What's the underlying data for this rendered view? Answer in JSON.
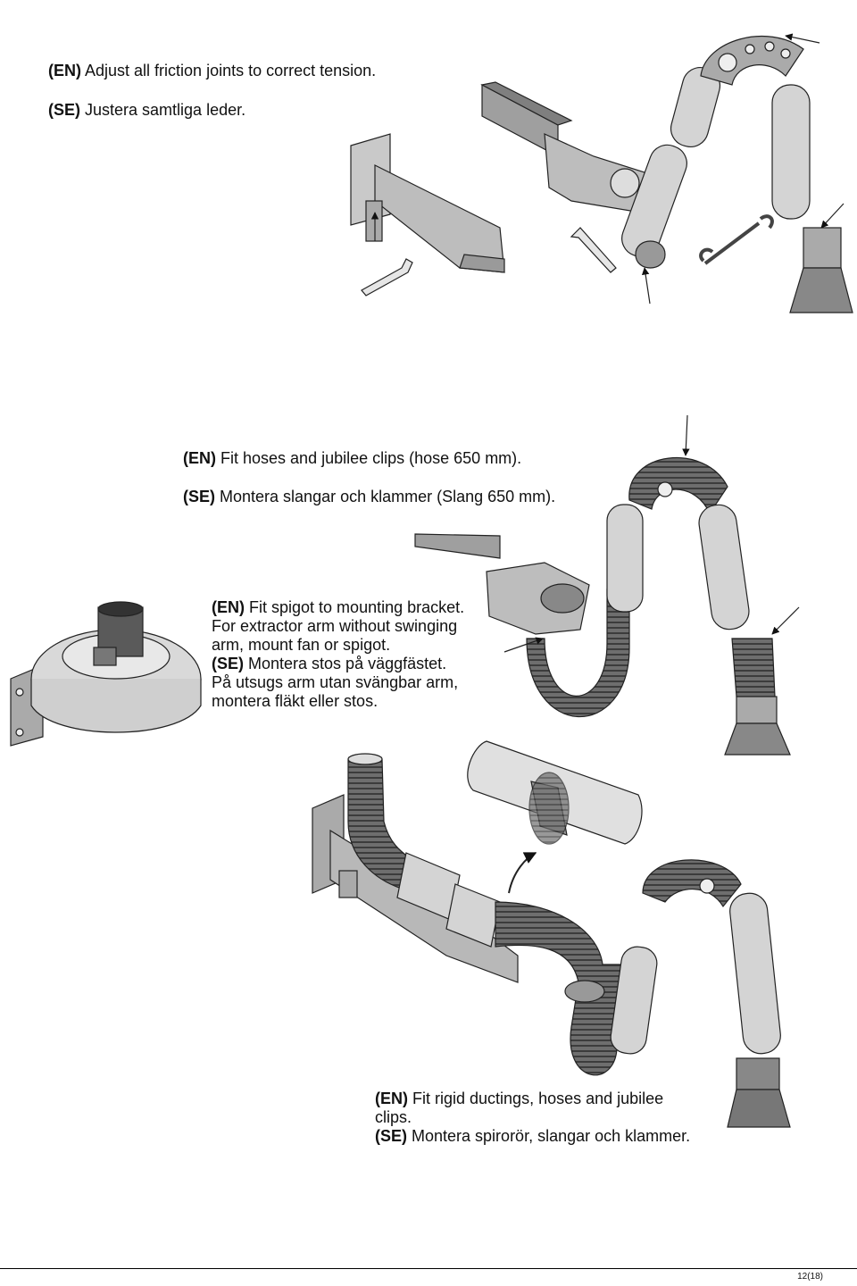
{
  "section1": {
    "en_tag": "(EN)",
    "en_text": "Adjust all friction joints to correct tension.",
    "se_tag": "(SE)",
    "se_text": "Justera samtliga leder."
  },
  "section2": {
    "en_tag": "(EN)",
    "en_text": "Fit hoses and jubilee clips (hose 650 mm).",
    "se_tag": "(SE)",
    "se_text": "Montera slangar och klammer (Slang 650 mm)."
  },
  "section3": {
    "en_tag": "(EN)",
    "en_line1": "Fit spigot to mounting bracket.",
    "en_line2": "For extractor arm without swinging",
    "en_line3": "arm, mount fan or spigot.",
    "se_tag": "(SE)",
    "se_line1": "Montera stos på väggfästet.",
    "se_line2": "På utsugs arm utan svängbar arm,",
    "se_line3": "montera fläkt eller stos."
  },
  "section4": {
    "en_tag": "(EN)",
    "en_line1": "Fit rigid ductings, hoses and jubilee",
    "en_line2": "clips.",
    "se_tag": "(SE)",
    "se_text": "Montera spirorör, slangar och klammer."
  },
  "footer": {
    "page": "12(18)"
  },
  "colors": {
    "metal": "#b8b8b8",
    "tube": "#d4d4d4",
    "hose": "#6a6a6a",
    "outline": "#222222"
  }
}
